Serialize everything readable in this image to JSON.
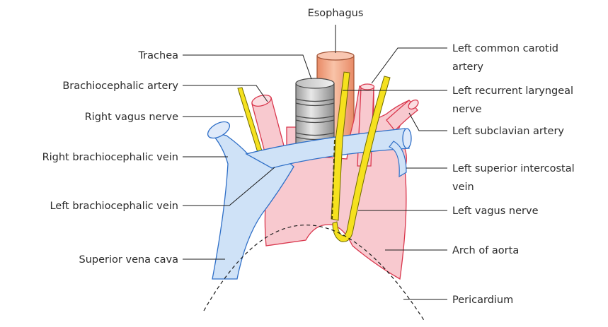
{
  "labels": {
    "esophagus": "Esophagus",
    "trachea": "Trachea",
    "brachiocephalic_artery": "Brachiocephalic artery",
    "right_vagus_nerve": "Right vagus nerve",
    "right_brachiocephalic_vein": "Right brachiocephalic vein",
    "left_brachiocephalic_vein": "Left brachiocephalic vein",
    "superior_vena_cava": "Superior vena cava",
    "left_common_carotid_artery": [
      "Left common carotid",
      "artery"
    ],
    "left_recurrent_laryngeal_nerve": [
      "Left recurrent laryngeal",
      "nerve"
    ],
    "left_subclavian_artery": "Left subclavian artery",
    "left_superior_intercostal_vein": [
      "Left superior intercostal",
      "vein"
    ],
    "left_vagus_nerve": "Left vagus nerve",
    "arch_of_aorta": "Arch of aorta",
    "pericardium": "Pericardium"
  },
  "colors": {
    "artery_fill": "#f8c9cf",
    "artery_stroke": "#d9374d",
    "vein_fill": "#cfe2f7",
    "vein_stroke": "#2f6fc7",
    "nerve_fill": "#f5e11e",
    "nerve_stroke": "#6f6a00",
    "esophagus_fill": "#f5a98a",
    "esophagus_stroke": "#a25335",
    "trachea_fill": "#d2d2d2",
    "trachea_stroke": "#4a4a4a",
    "leader": "#1a1a1a"
  }
}
